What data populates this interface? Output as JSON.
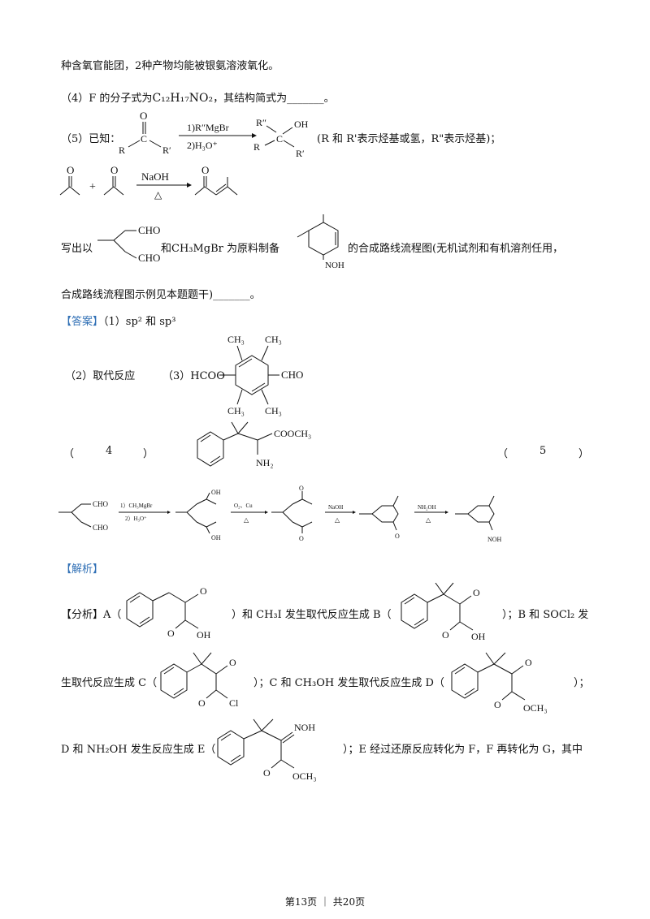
{
  "lines": {
    "l1": "种含氧官能团，2种产物均能被银氨溶液氧化。",
    "q4_prefix": "（4）F 的分子式为",
    "q4_formula": "C₁₂H₁₇NO₂",
    "q4_suffix": "，其结构简式为_______。",
    "q5_prefix": "（5）已知：",
    "q5_note": "(R 和 R'表示烃基或氢，R\"表示烃基)；",
    "write_prefix": "写出以",
    "write_mid": "和CH₃MgBr 为原料制备",
    "write_suffix": "的合成路线流程图(无机试剂和有机溶剂任用，",
    "flow_note": "合成路线流程图示例见本题题干)_______。",
    "answer_tag": "【答案】",
    "answer_1": "（1）sp² 和 sp³",
    "answer_2": "（2）取代反应",
    "answer_3": "（3）HCOO",
    "answer_4_open": "（",
    "answer_4_num": "4",
    "answer_4_close": "）",
    "answer_5_open": "（",
    "answer_5_num": "5",
    "answer_5_close": "）",
    "analysis_tag": "【解析】",
    "fx_a_prefix": "【分析】A（",
    "fx_a_suffix": "）和 CH₃I 发生取代反应生成 B（",
    "fx_b_suffix": "）；B 和 SOCl₂ 发",
    "fx_c_prefix": "生取代反应生成 C（",
    "fx_c_suffix": "）；C 和 CH₃OH 发生取代反应生成 D（",
    "fx_d_suffix": "）；",
    "fx_e_prefix": "D 和 NH₂OH 发生反应生成 E（",
    "fx_e_suffix": "）；E 经过还原反应转化为 F，F 再转化为 G，其中"
  },
  "chem_labels": {
    "r": "R",
    "r_prime": "R′",
    "r_dprime": "R″",
    "o": "O",
    "c": "C",
    "oh": "OH",
    "cond1": "1)R″MgBr",
    "cond2": "2)H₃O⁺",
    "naoh": "NaOH",
    "delta": "△",
    "plus": "+",
    "cho": "CHO",
    "noh": "NOH",
    "ch3": "CH₃",
    "cho_right": "CHO",
    "cooch3": "COOCH₃",
    "nh2": "NH₂",
    "route_cond1a": "1）CH₃MgBr",
    "route_cond1b": "2）H₃O⁺",
    "route_cond2": "O₂、Cu",
    "route_cond4": "NH₂OH",
    "cl": "Cl",
    "och3": "OCH₃",
    "eq_noh": "=NOH"
  },
  "footer": "第13页 ｜ 共20页"
}
